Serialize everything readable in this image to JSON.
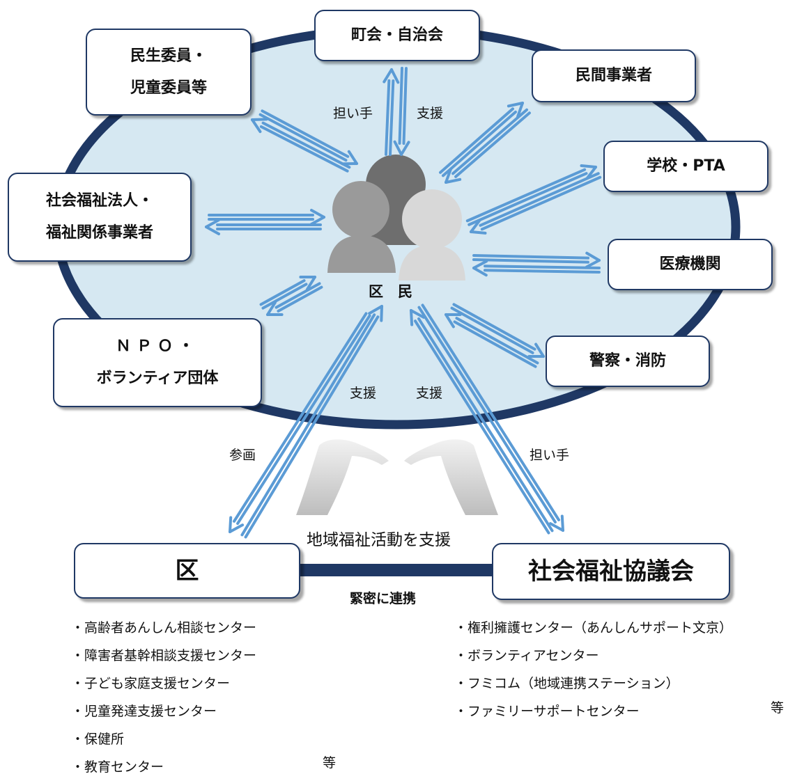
{
  "center_label": "区　民",
  "nodes": {
    "chonaikai": "町会・自治会",
    "minsei": [
      "民生委員・",
      "児童委員等"
    ],
    "minkan": "民間事業者",
    "gakko": "学校・PTA",
    "shakai_fukushi": [
      "社会福祉法人・",
      "福祉関係事業者"
    ],
    "iryo": "医療機関",
    "npo": [
      "ＮＰＯ・",
      "ボランティア団体"
    ],
    "keisatsu": "警察・消防",
    "ku": "区",
    "shakyo": "社会福祉協議会"
  },
  "labels": {
    "ninaite_top": "担い手",
    "shien_top": "支援",
    "shien_left": "支援",
    "shien_right": "支援",
    "sankaku": "参画",
    "ninaite_right": "担い手",
    "center_support": "地域福祉活動を支援",
    "link": "緊密に連携"
  },
  "ku_services": [
    "高齢者あんしん相談センター",
    "障害者基幹相談支援センター",
    "子ども家庭支援センター",
    "児童発達支援センター",
    "保健所",
    "教育センター"
  ],
  "ku_etc": "等",
  "shakyo_services": [
    "権利擁護センター（あんしんサポート文京）",
    "ボランティアセンター",
    "フミコム（地域連携ステーション）",
    "ファミリーサポートセンター"
  ],
  "shakyo_etc": "等",
  "colors": {
    "ellipse_fill": "#d6e8f2",
    "ellipse_border": "#1f3864",
    "arrow": "#5b9bd5"
  }
}
